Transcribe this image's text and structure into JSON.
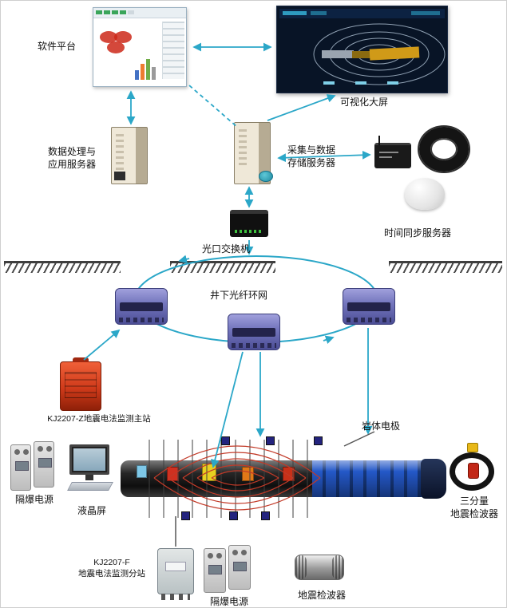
{
  "labels": {
    "software_platform": "软件平台",
    "big_screen": "可视化大屏",
    "app_server_1": "数据处理与",
    "app_server_2": "应用服务器",
    "storage_server_1": "采集与数据",
    "storage_server_2": "存储服务器",
    "time_sync": "时间同步服务器",
    "switch": "光口交换机",
    "ring": "井下光纤环网",
    "master_station": "KJ2207-Z地震电法监测主站",
    "rock_electrode": "岩体电极",
    "power_left": "隔爆电源",
    "lcd": "液晶屏",
    "substation_model": "KJ2207-F",
    "substation_name": "地震电法监测分站",
    "power_bottom": "隔爆电源",
    "geophone": "地震检波器",
    "three_component_1": "三分量",
    "three_component_2": "地震检波器"
  },
  "colors": {
    "arrow": "#2ba7c8",
    "field": "#c23a28",
    "master": "#cf3a1a",
    "substation": "#7577be",
    "tunnel_blue": "#2458c8",
    "ground": "#3f3f3f"
  }
}
